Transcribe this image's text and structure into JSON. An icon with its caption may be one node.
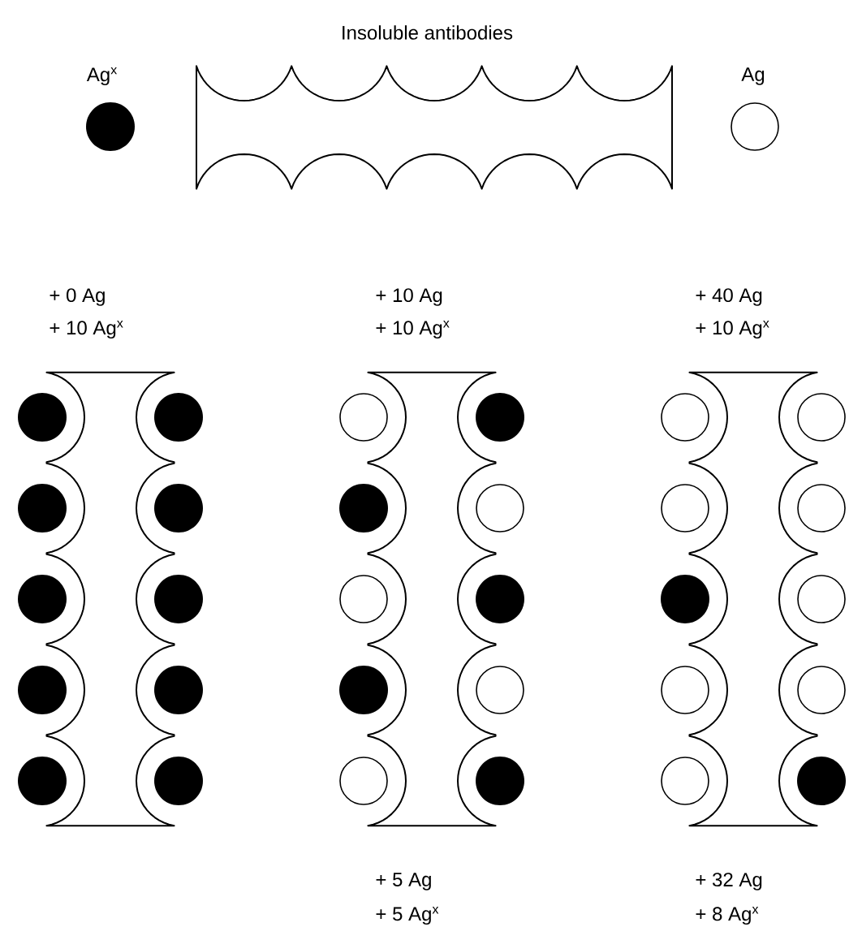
{
  "diagram": {
    "labels": [
      "Insoluble antibodies",
      "Ag$^{x}$",
      "Ag",
      "+ 0 Ag",
      "+ 10 Ag$^{x}$",
      "+ 10 Ag",
      "+ 10 Ag$^{x}$",
      "+ 40 Ag",
      "+ 10 Ag$^{x}$",
      "+ 5 Ag",
      "+ 5 Ag$^{x}$",
      "+ 32 Ag",
      "+ 8 Ag$^{x}$"
    ]
  }
}
